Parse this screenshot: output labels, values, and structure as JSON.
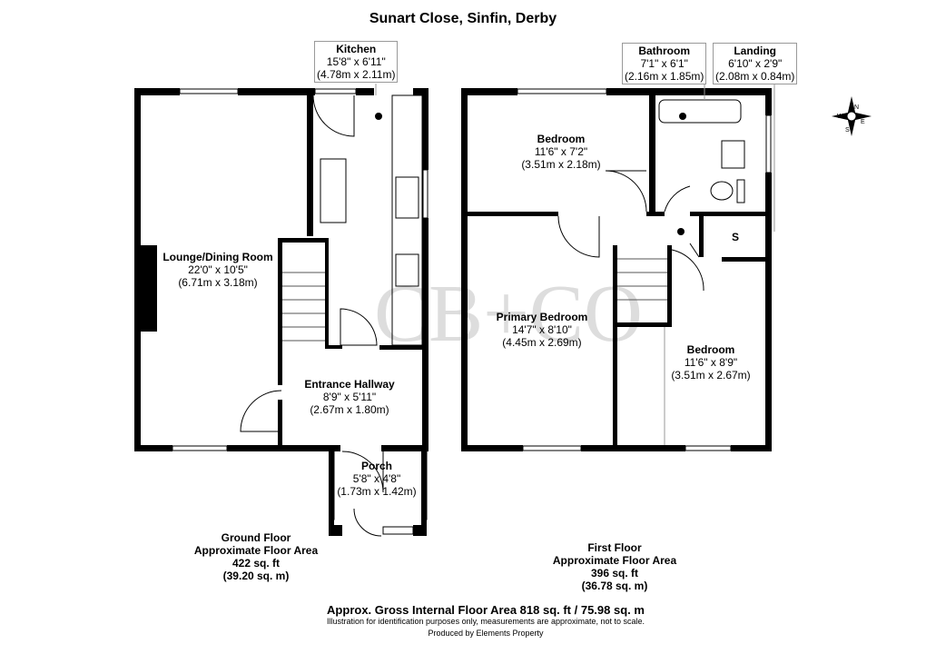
{
  "title": "Sunart Close, Sinfin, Derby",
  "watermark": "CB+CO",
  "rooms": {
    "kitchen": {
      "name": "Kitchen",
      "imperial": "15'8\" x 6'11\"",
      "metric": "(4.78m x 2.11m)"
    },
    "lounge": {
      "name": "Lounge/Dining Room",
      "imperial": "22'0\" x 10'5\"",
      "metric": "(6.71m x 3.18m)"
    },
    "hallway": {
      "name": "Entrance Hallway",
      "imperial": "8'9\" x 5'11\"",
      "metric": "(2.67m x 1.80m)"
    },
    "porch": {
      "name": "Porch",
      "imperial": "5'8\" x 4'8\"",
      "metric": "(1.73m x 1.42m)"
    },
    "bedroom1": {
      "name": "Bedroom",
      "imperial": "11'6\" x 7'2\"",
      "metric": "(3.51m x 2.18m)"
    },
    "bathroom": {
      "name": "Bathroom",
      "imperial": "7'1\" x 6'1\"",
      "metric": "(2.16m x 1.85m)"
    },
    "landing": {
      "name": "Landing",
      "imperial": "6'10\" x 2'9\"",
      "metric": "(2.08m x 0.84m)"
    },
    "primary": {
      "name": "Primary Bedroom",
      "imperial": "14'7\" x 8'10\"",
      "metric": "(4.45m x 2.69m)"
    },
    "bedroom2": {
      "name": "Bedroom",
      "imperial": "11'6\" x 8'9\"",
      "metric": "(3.51m x 2.67m)"
    },
    "storage": "S"
  },
  "ground_floor": {
    "label": "Ground Floor",
    "sub": "Approximate Floor Area",
    "sqft": "422 sq. ft",
    "sqm": "(39.20 sq. m)"
  },
  "first_floor": {
    "label": "First Floor",
    "sub": "Approximate Floor Area",
    "sqft": "396 sq. ft",
    "sqm": "(36.78 sq. m)"
  },
  "footer": {
    "gross": "Approx. Gross Internal Floor Area 818 sq. ft / 75.98 sq. m",
    "disclaimer": "Illustration for identification purposes only, measurements are approximate, not to scale.",
    "producer": "Produced by Elements Property"
  },
  "compass": {
    "labels": [
      "N",
      "E",
      "S",
      "W"
    ]
  }
}
